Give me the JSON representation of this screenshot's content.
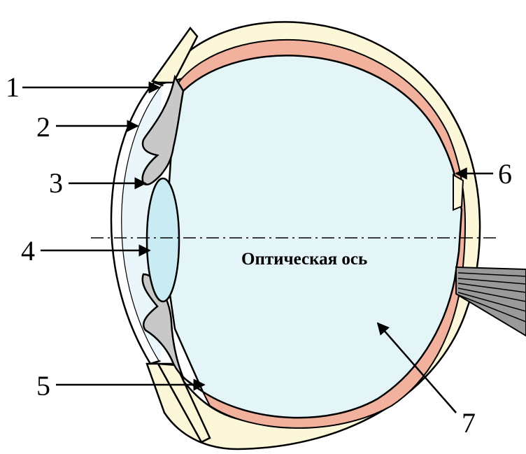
{
  "diagram": {
    "axis_label": "Оптическая ось",
    "labels": [
      "1",
      "2",
      "3",
      "4",
      "5",
      "6",
      "7"
    ],
    "colors": {
      "vitreous": "#e4f5f8",
      "sclera": "#fbf7d8",
      "choroid": "#f2b19c",
      "iris_ciliary": "#c8c8c8",
      "lens": "#c9ecf4",
      "anterior_chamber": "#eaf6fa",
      "outline": "#000000"
    }
  }
}
